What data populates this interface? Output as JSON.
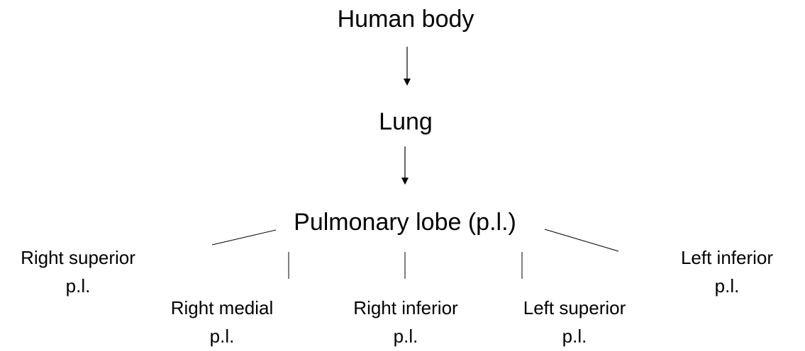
{
  "diagram": {
    "title_node": "Human body",
    "level2": "Lung",
    "level3": "Pulmonary lobe (p.l.)",
    "lobes": [
      {
        "line1": "Right superior",
        "line2": "p.l."
      },
      {
        "line1": "Right medial",
        "line2": "p.l."
      },
      {
        "line1": "Right inferior",
        "line2": "p.l."
      },
      {
        "line1": "Left superior",
        "line2": "p.l."
      },
      {
        "line1": "Left inferior",
        "line2": "p.l."
      }
    ],
    "edges": [
      {
        "from": "Human body",
        "to": "Lung",
        "type": "arrow"
      },
      {
        "from": "Lung",
        "to": "Pulmonary lobe (p.l.)",
        "type": "arrow"
      },
      {
        "from": "Pulmonary lobe (p.l.)",
        "to": "Right superior p.l.",
        "type": "line"
      },
      {
        "from": "Pulmonary lobe (p.l.)",
        "to": "Right medial p.l.",
        "type": "line"
      },
      {
        "from": "Pulmonary lobe (p.l.)",
        "to": "Right inferior p.l.",
        "type": "line"
      },
      {
        "from": "Pulmonary lobe (p.l.)",
        "to": "Left superior p.l.",
        "type": "line"
      },
      {
        "from": "Pulmonary lobe (p.l.)",
        "to": "Left inferior p.l.",
        "type": "line"
      }
    ],
    "colors": {
      "background": "#ffffff",
      "text": "#000000",
      "lines": "#000000"
    }
  }
}
